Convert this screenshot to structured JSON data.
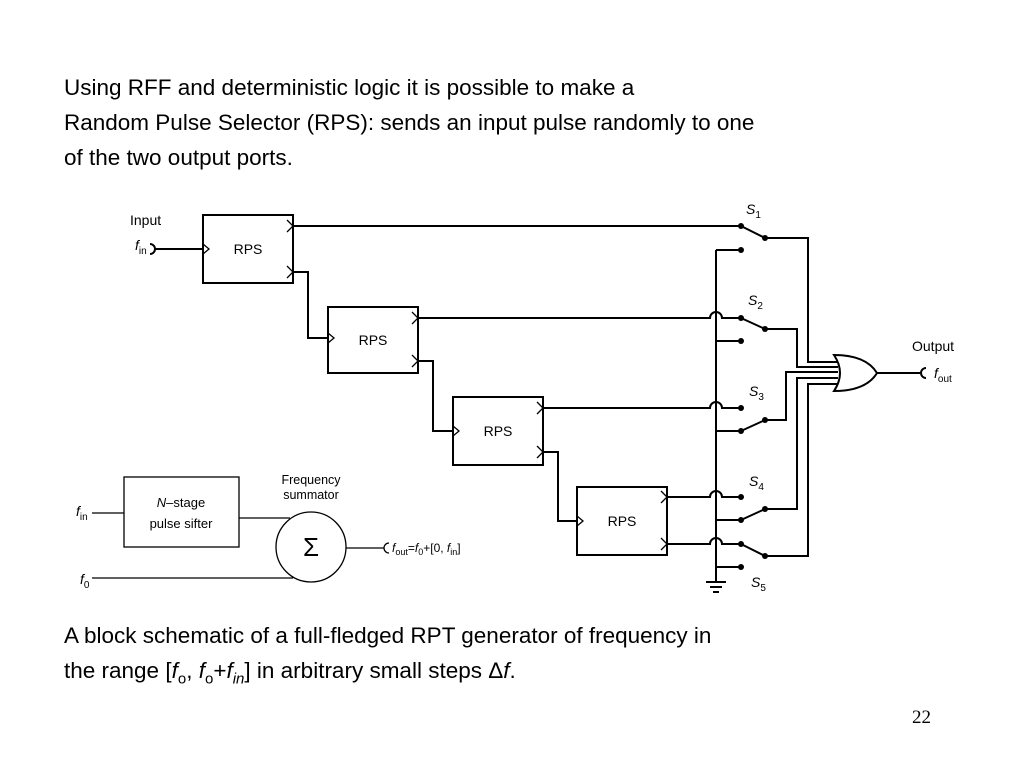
{
  "slide": {
    "intro_lines": [
      "Using RFF and deterministic logic it is possible to make a",
      "Random Pulse Selector (RPS): sends an input  pulse randomly to one",
      "of the two output ports."
    ],
    "caption": {
      "line1": "A block schematic of a full-fledged  RPT generator of frequency in",
      "line2_prefix": "the range [",
      "f": "f",
      "o": "o",
      "sep": ", ",
      "plus": "+",
      "in": "in",
      "line2_mid": "] in arbitrary small steps ",
      "delta": "Δ",
      "line2_end": "."
    },
    "page_number": "22"
  },
  "schematic": {
    "input_label": "Input",
    "output_label": "Output",
    "rps_label": "RPS",
    "f": "f",
    "sub_in": "in",
    "sub_out": "out",
    "sub_0": "0",
    "S": "S",
    "switch_numbers": [
      "1",
      "2",
      "3",
      "4",
      "5"
    ],
    "sifter_label_italic": "N",
    "sifter_label_rest": "–stage",
    "sifter_label_line2": "pulse sifter",
    "summator_label_line1": "Frequency",
    "summator_label_line2": "summator",
    "sigma": "Σ",
    "formula_eq": "=",
    "formula_range_open": "+[0,  ",
    "formula_range_close": "]"
  }
}
